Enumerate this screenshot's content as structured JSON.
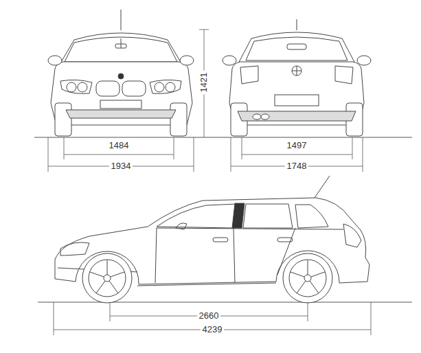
{
  "diagram": {
    "labels": [
      "1421",
      "1484",
      "1934",
      "1497",
      "1748",
      "2660",
      "4239"
    ]
  }
}
